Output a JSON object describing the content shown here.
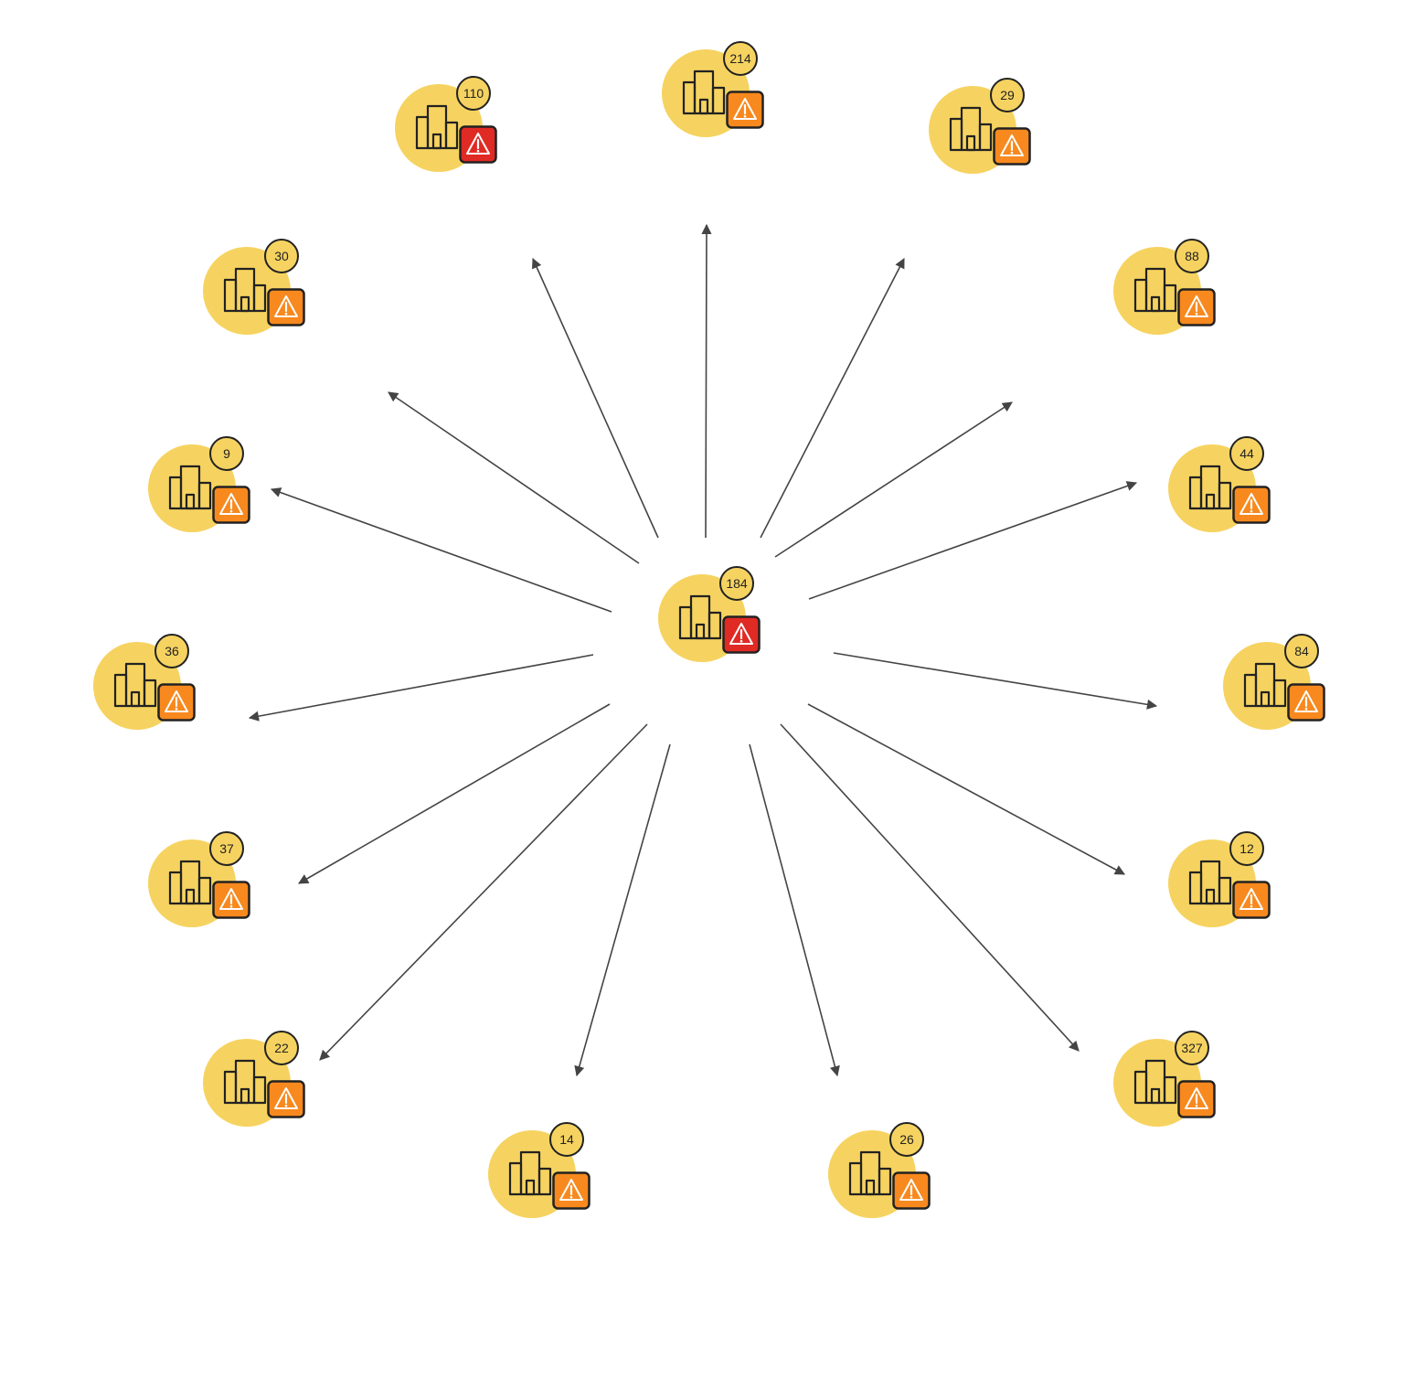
{
  "colors": {
    "node_fill": "#f6d360",
    "outline": "#222222",
    "edge": "#444444",
    "alert_orange": "#f7891e",
    "alert_red": "#e02a24"
  },
  "icons": {
    "node": "building-icon",
    "alert": "warning-triangle-icon"
  },
  "hub": {
    "count": "184",
    "severity": "critical"
  },
  "satellites": [
    {
      "count": "214",
      "severity": "warning"
    },
    {
      "count": "29",
      "severity": "warning"
    },
    {
      "count": "88",
      "severity": "warning"
    },
    {
      "count": "44",
      "severity": "warning"
    },
    {
      "count": "84",
      "severity": "warning"
    },
    {
      "count": "12",
      "severity": "warning"
    },
    {
      "count": "327",
      "severity": "warning"
    },
    {
      "count": "26",
      "severity": "warning"
    },
    {
      "count": "14",
      "severity": "warning"
    },
    {
      "count": "22",
      "severity": "warning"
    },
    {
      "count": "37",
      "severity": "warning"
    },
    {
      "count": "36",
      "severity": "warning"
    },
    {
      "count": "9",
      "severity": "warning"
    },
    {
      "count": "30",
      "severity": "warning"
    },
    {
      "count": "110",
      "severity": "critical"
    }
  ]
}
